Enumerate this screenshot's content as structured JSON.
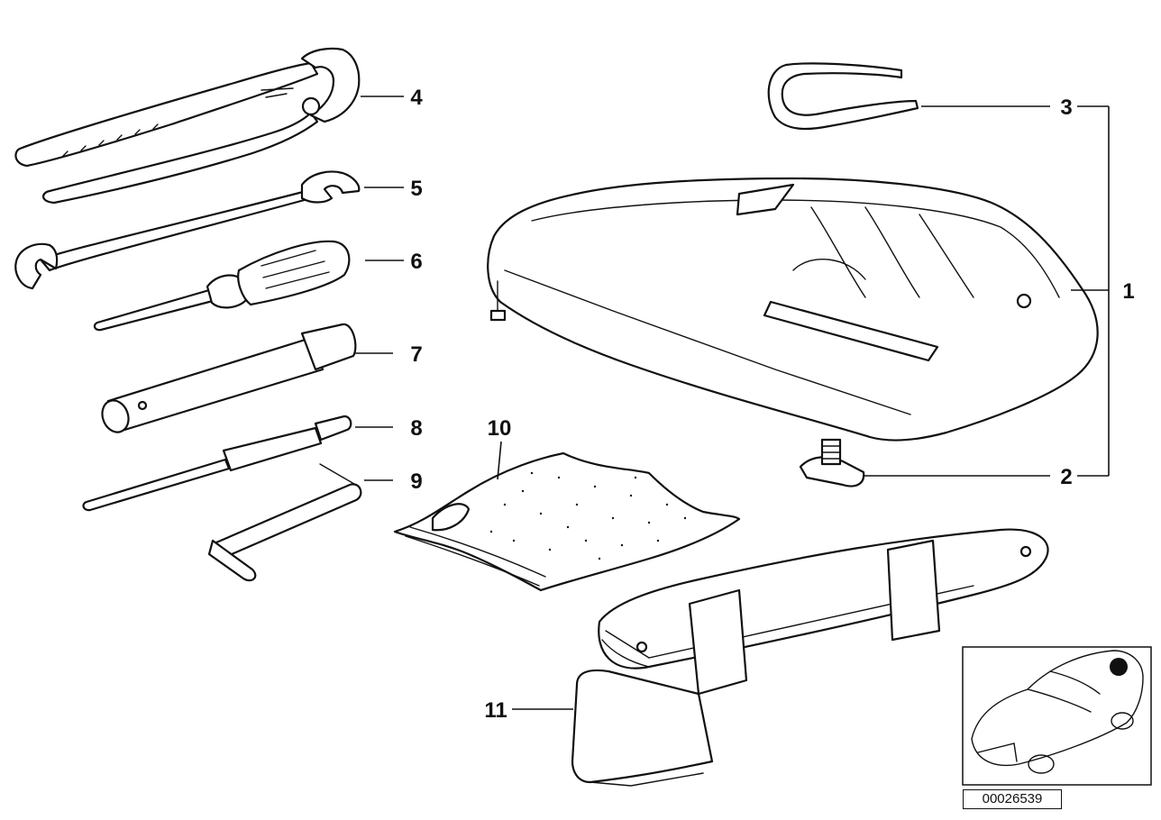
{
  "diagram": {
    "callouts": [
      {
        "id": "1",
        "label": "1"
      },
      {
        "id": "2",
        "label": "2"
      },
      {
        "id": "3",
        "label": "3"
      },
      {
        "id": "4",
        "label": "4"
      },
      {
        "id": "5",
        "label": "5"
      },
      {
        "id": "6",
        "label": "6"
      },
      {
        "id": "7",
        "label": "7"
      },
      {
        "id": "8",
        "label": "8"
      },
      {
        "id": "9",
        "label": "9"
      },
      {
        "id": "10",
        "label": "10"
      },
      {
        "id": "11",
        "label": "11"
      }
    ],
    "reference_number": "00026539"
  }
}
